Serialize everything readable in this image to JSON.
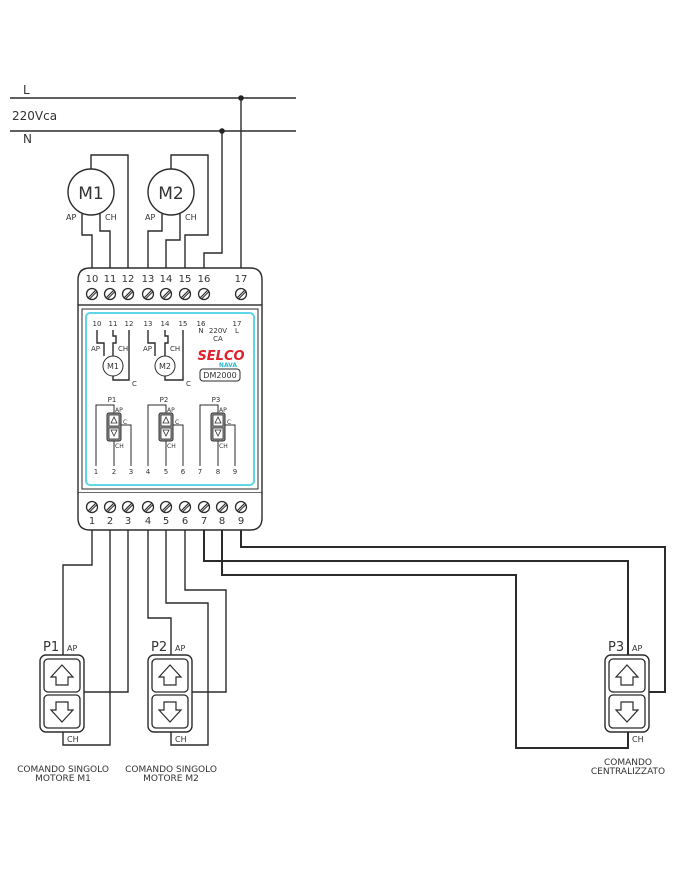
{
  "supply": {
    "line_label": "L",
    "voltage_label": "220Vca",
    "neutral_label": "N"
  },
  "motors": [
    {
      "label": "M1",
      "ap": "AP",
      "ch": "CH"
    },
    {
      "label": "M2",
      "ap": "AP",
      "ch": "CH"
    }
  ],
  "device": {
    "top_terminals": [
      "10",
      "11",
      "12",
      "13",
      "14",
      "15",
      "16",
      "17"
    ],
    "bottom_terminals": [
      "1",
      "2",
      "3",
      "4",
      "5",
      "6",
      "7",
      "8",
      "9"
    ],
    "panel": {
      "top_numbers": [
        "10",
        "11",
        "12",
        "13",
        "14",
        "15",
        "16",
        "17"
      ],
      "n_label": "N",
      "supply_label_1": "220V",
      "supply_label_2": "CA",
      "l_label": "L",
      "motor_labels": [
        "M1",
        "M2"
      ],
      "ap": "AP",
      "ch": "CH",
      "c": "C",
      "brand": "SELCO",
      "brand_sub": "NAVA",
      "model": "DM2000",
      "button_labels": [
        "P1",
        "P2",
        "P3"
      ],
      "bottom_numbers": [
        "1",
        "2",
        "3",
        "4",
        "5",
        "6",
        "7",
        "8",
        "9"
      ],
      "brand_color": "#e3202a",
      "brand_sub_color": "#29b9d6",
      "panel_border_color": "#5fd6e8"
    }
  },
  "pushbuttons": [
    {
      "label": "P1",
      "ap": "AP",
      "ch": "CH",
      "caption_1": "COMANDO SINGOLO",
      "caption_2": "MOTORE M1"
    },
    {
      "label": "P2",
      "ap": "AP",
      "ch": "CH",
      "caption_1": "COMANDO SINGOLO",
      "caption_2": "MOTORE M2"
    },
    {
      "label": "P3",
      "ap": "AP",
      "ch": "CH",
      "caption_1": "COMANDO",
      "caption_2": "CENTRALIZZATO"
    }
  ]
}
